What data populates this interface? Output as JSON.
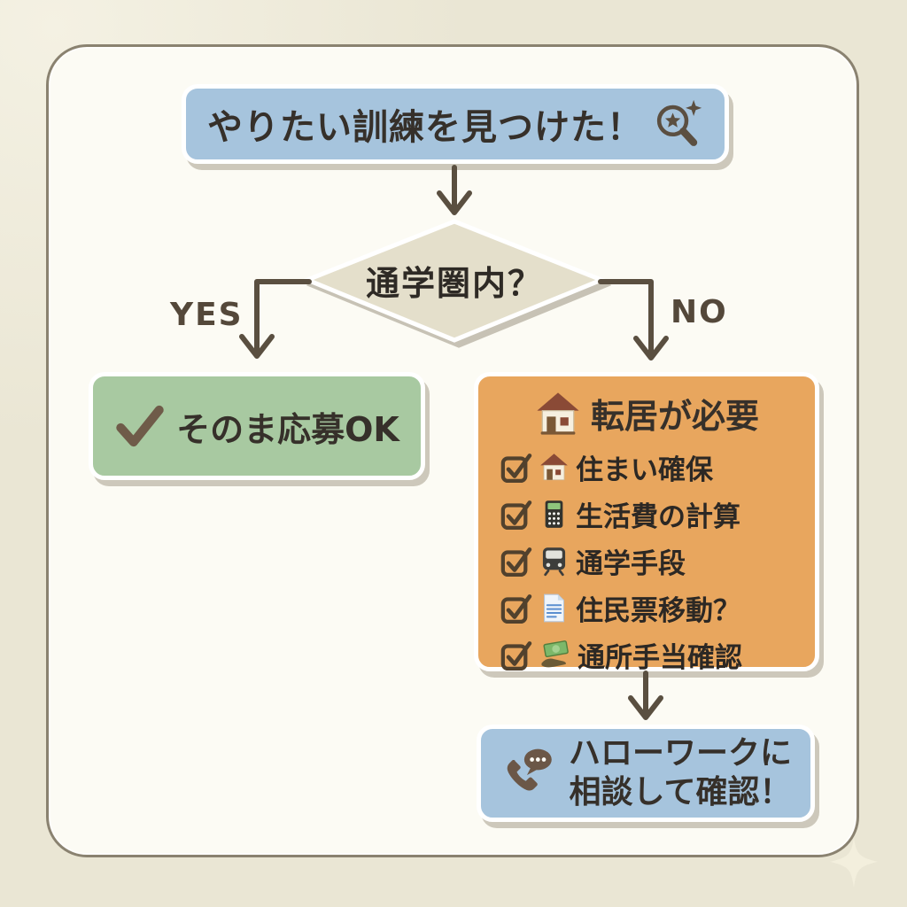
{
  "palette": {
    "outer_background": "#eae6d4",
    "card_background": "#fcfbf4",
    "card_border": "#8a8270",
    "box_blue": "#a6c4dd",
    "box_green": "#a8c9a1",
    "box_orange": "#e8a65e",
    "diamond_fill": "#e4dfcb",
    "arrow_brown": "#5a4f40",
    "text_dark": "#36302a",
    "branch_label_brown": "#54483a",
    "shadow_gray": "#a69f8d"
  },
  "flow": {
    "start": {
      "label": "やりたい訓練を見つけた！",
      "icon": "magnifier-star-icon"
    },
    "decision": {
      "label": "通学圏内？"
    },
    "yes_label": "YES",
    "no_label": "NO",
    "yes_result": {
      "label": "そのま応募OK",
      "icon": "check-icon"
    },
    "no_result": {
      "title": "転居が必要",
      "title_icon": "house-icon",
      "items": [
        {
          "icon": "house-small-icon",
          "label": "住まい確保"
        },
        {
          "icon": "calculator-icon",
          "label": "生活費の計算"
        },
        {
          "icon": "train-icon",
          "label": "通学手段"
        },
        {
          "icon": "document-icon",
          "label": "住民票移動？"
        },
        {
          "icon": "money-hand-icon",
          "label": "通所手当確認"
        }
      ]
    },
    "final": {
      "icon": "phone-chat-icon",
      "line1": "ハローワークに",
      "line2": "相談して確認！"
    }
  }
}
